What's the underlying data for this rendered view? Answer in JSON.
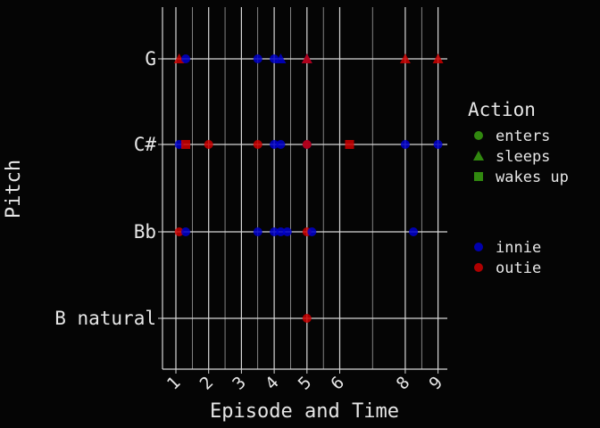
{
  "chart_data": {
    "type": "scatter",
    "title": "",
    "xlabel": "Episode and Time",
    "ylabel": "Pitch",
    "x_ticks": [
      1,
      2,
      3,
      4,
      5,
      6,
      8,
      9
    ],
    "x_tick_labels": [
      "1",
      "2",
      "3",
      "4",
      "5",
      "6",
      "8",
      "9"
    ],
    "xlim": [
      0.6,
      9.3
    ],
    "minor_gridlines_x": [
      1.5,
      2.5,
      3.5,
      4.5,
      5.5,
      7.0,
      8.5
    ],
    "y_categories": [
      "G",
      "C#",
      "Bb",
      "B natural"
    ],
    "grid": true,
    "legend_position": "right",
    "colors": {
      "background": "#050505",
      "grid": "#d8d8d8",
      "innie": "#0000cc",
      "outie": "#cc0000",
      "action_legend": "#3aa012"
    },
    "legend": {
      "action_title": "Action",
      "actions": [
        {
          "label": "enters",
          "shape": "circle"
        },
        {
          "label": "sleeps",
          "shape": "triangle"
        },
        {
          "label": "wakes up",
          "shape": "square"
        }
      ],
      "groups": [
        {
          "label": "innie",
          "color": "#0000cc"
        },
        {
          "label": "outie",
          "color": "#cc0000"
        }
      ]
    },
    "points": [
      {
        "x": 1.1,
        "pitch": "G",
        "shape": "triangle",
        "group": "outie"
      },
      {
        "x": 1.3,
        "pitch": "G",
        "shape": "circle",
        "group": "innie"
      },
      {
        "x": 3.5,
        "pitch": "G",
        "shape": "circle",
        "group": "innie"
      },
      {
        "x": 4.0,
        "pitch": "G",
        "shape": "circle",
        "group": "innie"
      },
      {
        "x": 4.2,
        "pitch": "G",
        "shape": "triangle",
        "group": "innie"
      },
      {
        "x": 5.0,
        "pitch": "G",
        "shape": "triangle",
        "group": "innie"
      },
      {
        "x": 5.0,
        "pitch": "G",
        "shape": "triangle",
        "group": "outie"
      },
      {
        "x": 8.0,
        "pitch": "G",
        "shape": "triangle",
        "group": "outie"
      },
      {
        "x": 9.0,
        "pitch": "G",
        "shape": "triangle",
        "group": "outie"
      },
      {
        "x": 1.1,
        "pitch": "C#",
        "shape": "circle",
        "group": "innie"
      },
      {
        "x": 1.3,
        "pitch": "C#",
        "shape": "square",
        "group": "outie"
      },
      {
        "x": 2.0,
        "pitch": "C#",
        "shape": "circle",
        "group": "outie"
      },
      {
        "x": 3.5,
        "pitch": "C#",
        "shape": "circle",
        "group": "outie"
      },
      {
        "x": 4.0,
        "pitch": "C#",
        "shape": "circle",
        "group": "innie"
      },
      {
        "x": 4.2,
        "pitch": "C#",
        "shape": "circle",
        "group": "innie"
      },
      {
        "x": 5.0,
        "pitch": "C#",
        "shape": "circle",
        "group": "innie"
      },
      {
        "x": 5.0,
        "pitch": "C#",
        "shape": "circle",
        "group": "outie"
      },
      {
        "x": 6.3,
        "pitch": "C#",
        "shape": "square",
        "group": "outie"
      },
      {
        "x": 8.0,
        "pitch": "C#",
        "shape": "circle",
        "group": "innie"
      },
      {
        "x": 9.0,
        "pitch": "C#",
        "shape": "circle",
        "group": "innie"
      },
      {
        "x": 1.1,
        "pitch": "Bb",
        "shape": "circle",
        "group": "outie"
      },
      {
        "x": 1.3,
        "pitch": "Bb",
        "shape": "circle",
        "group": "innie"
      },
      {
        "x": 3.5,
        "pitch": "Bb",
        "shape": "circle",
        "group": "innie"
      },
      {
        "x": 4.0,
        "pitch": "Bb",
        "shape": "circle",
        "group": "innie"
      },
      {
        "x": 4.2,
        "pitch": "Bb",
        "shape": "circle",
        "group": "innie"
      },
      {
        "x": 4.4,
        "pitch": "Bb",
        "shape": "circle",
        "group": "innie"
      },
      {
        "x": 5.0,
        "pitch": "Bb",
        "shape": "circle",
        "group": "outie"
      },
      {
        "x": 5.15,
        "pitch": "Bb",
        "shape": "circle",
        "group": "innie"
      },
      {
        "x": 8.25,
        "pitch": "Bb",
        "shape": "circle",
        "group": "innie"
      },
      {
        "x": 5.0,
        "pitch": "B natural",
        "shape": "circle",
        "group": "outie"
      }
    ]
  }
}
